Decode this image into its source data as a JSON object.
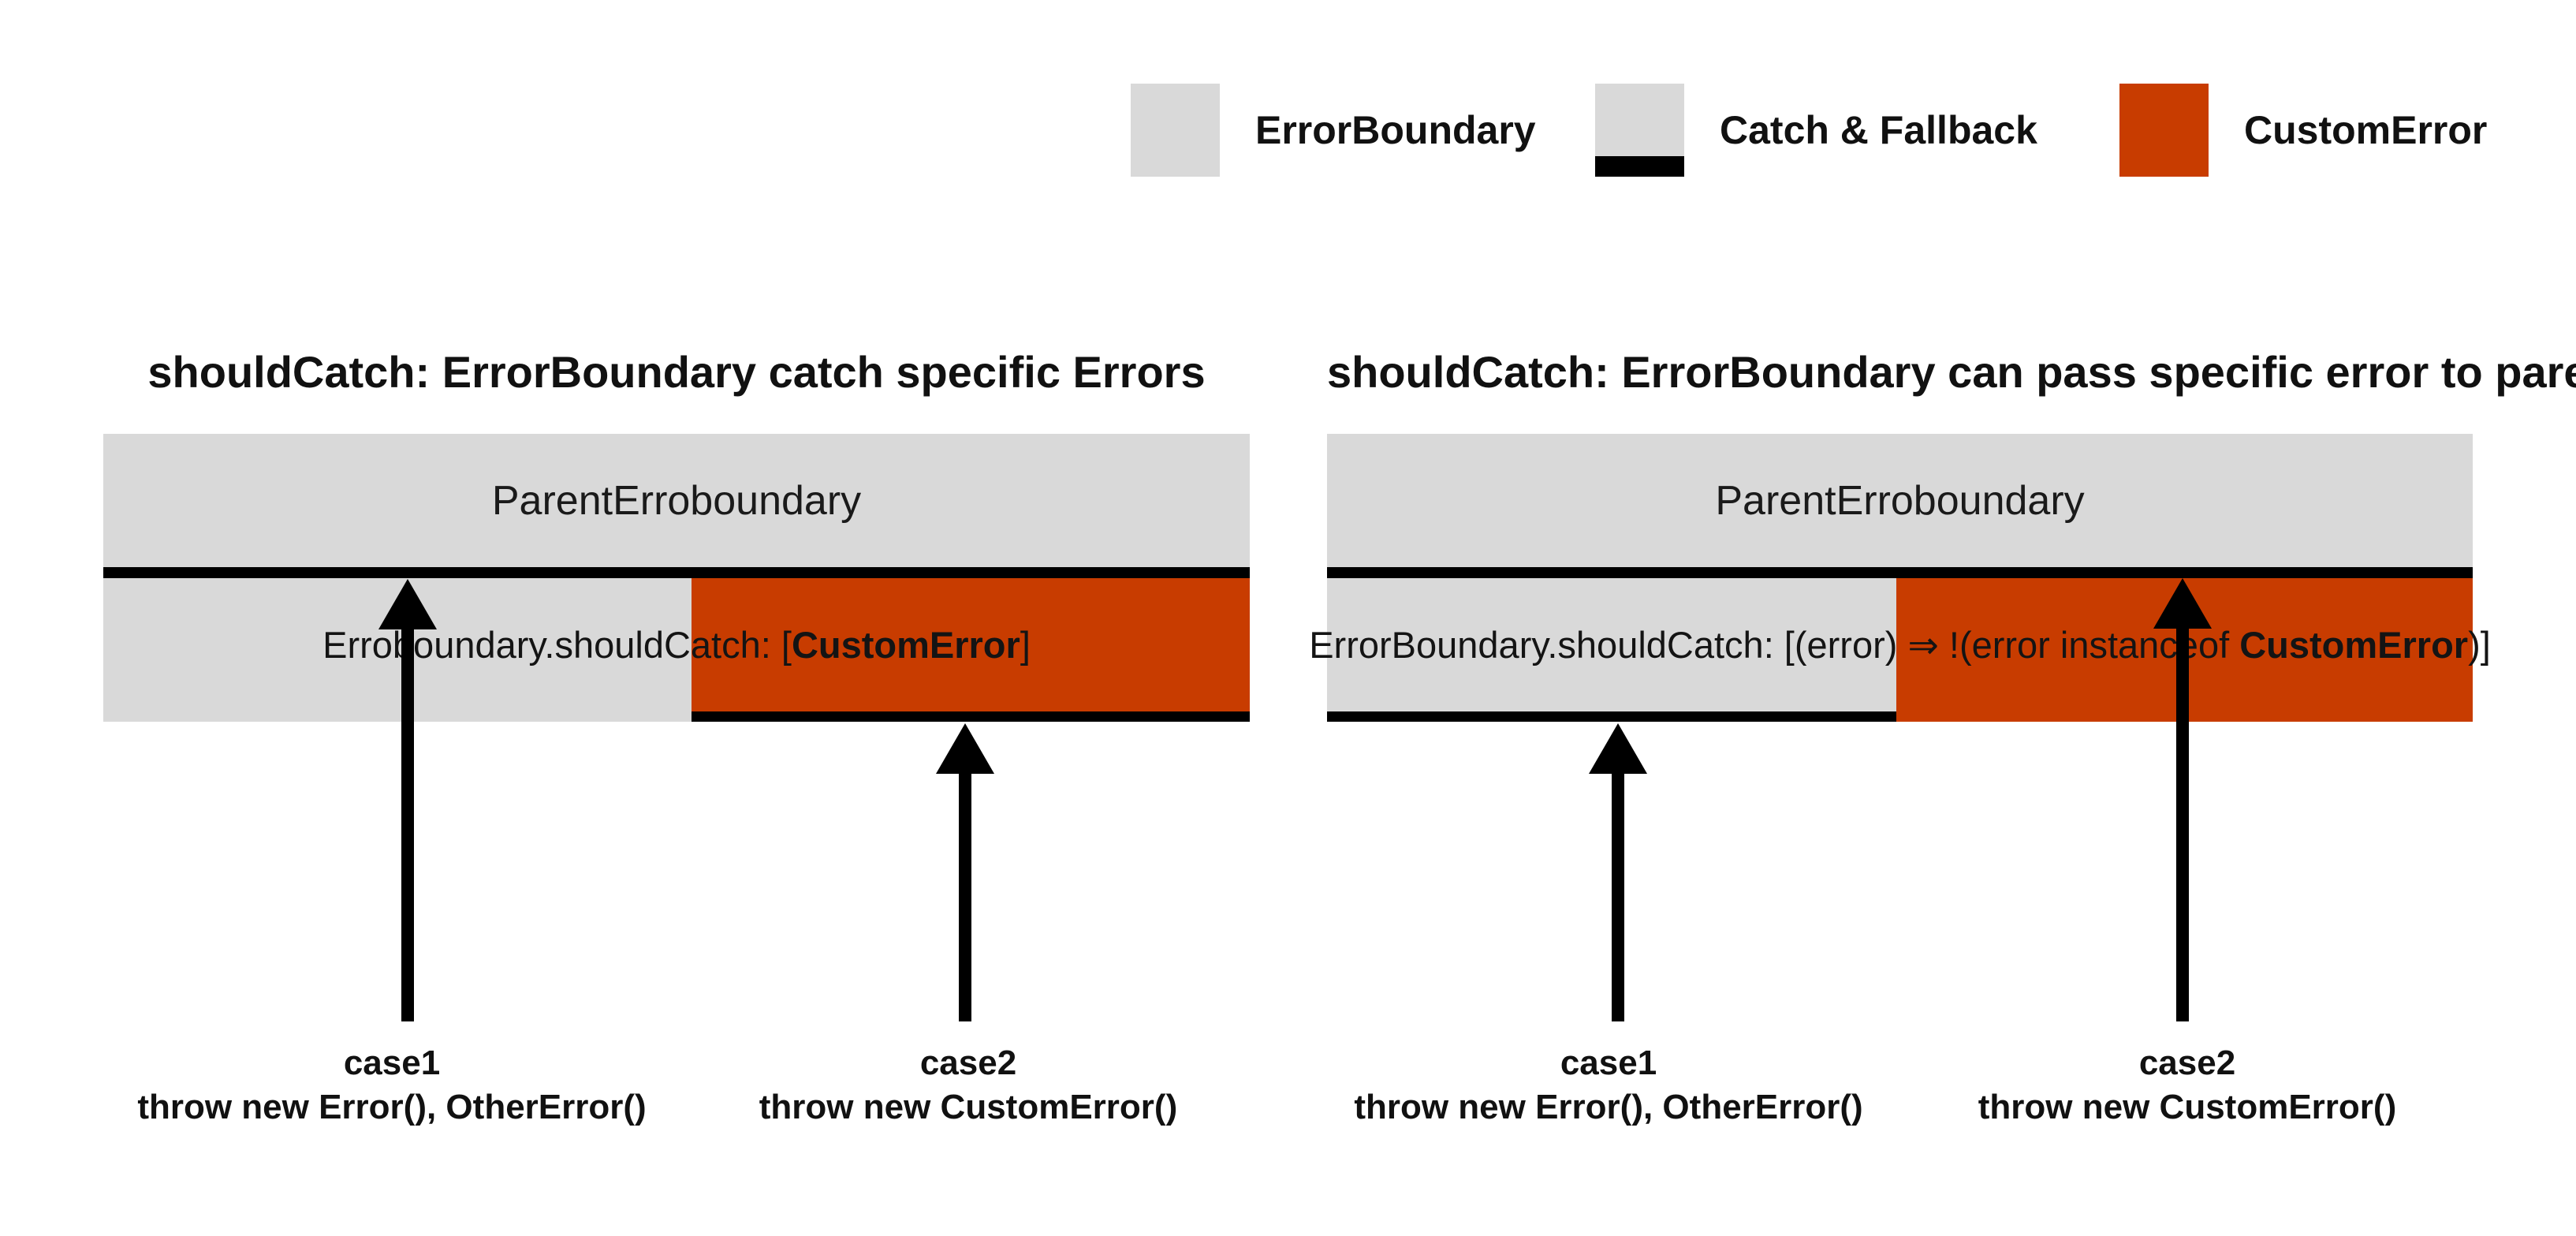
{
  "colors": {
    "error_boundary_fill": "#D9D9D9",
    "custom_error_fill": "#C83C00",
    "catch_fallback_border": "#000000",
    "background": "#FFFFFF"
  },
  "legend": {
    "items": [
      {
        "swatch": "error-boundary-swatch",
        "label": "ErrorBoundary"
      },
      {
        "swatch": "catch-fallback-swatch",
        "label": "Catch & Fallback"
      },
      {
        "swatch": "custom-error-swatch",
        "label": "CustomError"
      }
    ]
  },
  "diagrams": [
    {
      "title": "shouldCatch: ErrorBoundary catch specific Errors",
      "parent_label": "ParentErroboundary",
      "expression": {
        "prefix": "Erroboundary.shouldCatch: [",
        "bold": "CustomError",
        "suffix": "]"
      },
      "cases": [
        {
          "name": "case1",
          "code": "throw new Error(), OtherError()"
        },
        {
          "name": "case2",
          "code": "throw new CustomError()"
        }
      ]
    },
    {
      "title": "shouldCatch: ErrorBoundary can pass specific error to parent",
      "parent_label": "ParentErroboundary",
      "expression": {
        "prefix": "ErrorBoundary.shouldCatch: [(error) ⇒ !(error instanceof ",
        "bold": "CustomError",
        "suffix": ")]"
      },
      "cases": [
        {
          "name": "case1",
          "code": "throw new Error(), OtherError()"
        },
        {
          "name": "case2",
          "code": "throw new CustomError()"
        }
      ]
    }
  ]
}
